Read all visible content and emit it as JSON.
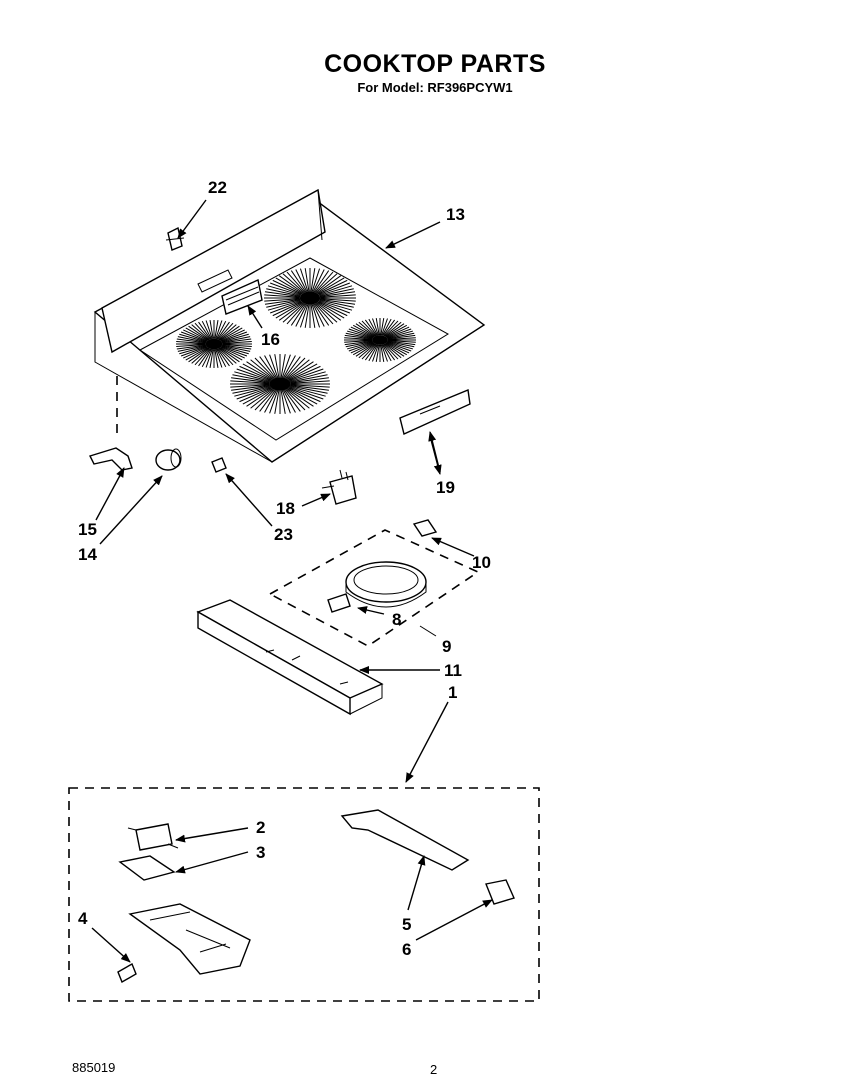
{
  "header": {
    "title": "COOKTOP PARTS",
    "model": "For Model: RF396PCYW1"
  },
  "footer": {
    "doc_number": "885019",
    "page_number": "2"
  },
  "callouts": {
    "c1": "1",
    "c2": "2",
    "c3": "3",
    "c4": "4",
    "c5": "5",
    "c6": "6",
    "c8": "8",
    "c9": "9",
    "c10": "10",
    "c11": "11",
    "c13": "13",
    "c14": "14",
    "c15": "15",
    "c16": "16",
    "c18": "18",
    "c19": "19",
    "c22": "22",
    "c23": "23"
  }
}
